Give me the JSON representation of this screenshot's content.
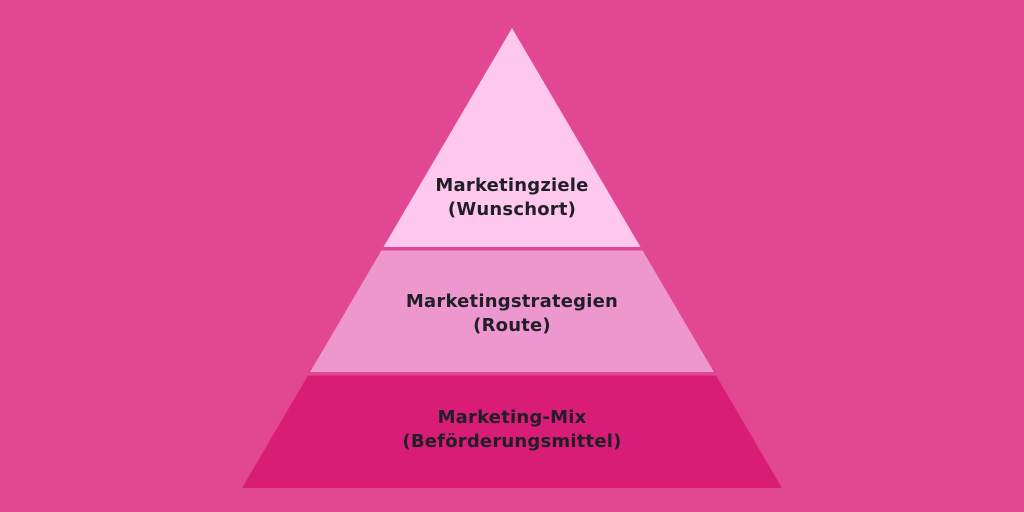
{
  "diagram": {
    "type": "pyramid",
    "background_color": "#e14792",
    "text_color": "#201f28",
    "tiers": [
      {
        "label": "Marketingziele",
        "sublabel": "(Wunschort)",
        "color": "#fec8ee"
      },
      {
        "label": "Marketingstrategien",
        "sublabel": "(Route)",
        "color": "#ee97cf"
      },
      {
        "label": "Marketing-Mix",
        "sublabel": "(Beförderungsmittel)",
        "color": "#d91c75"
      }
    ]
  }
}
